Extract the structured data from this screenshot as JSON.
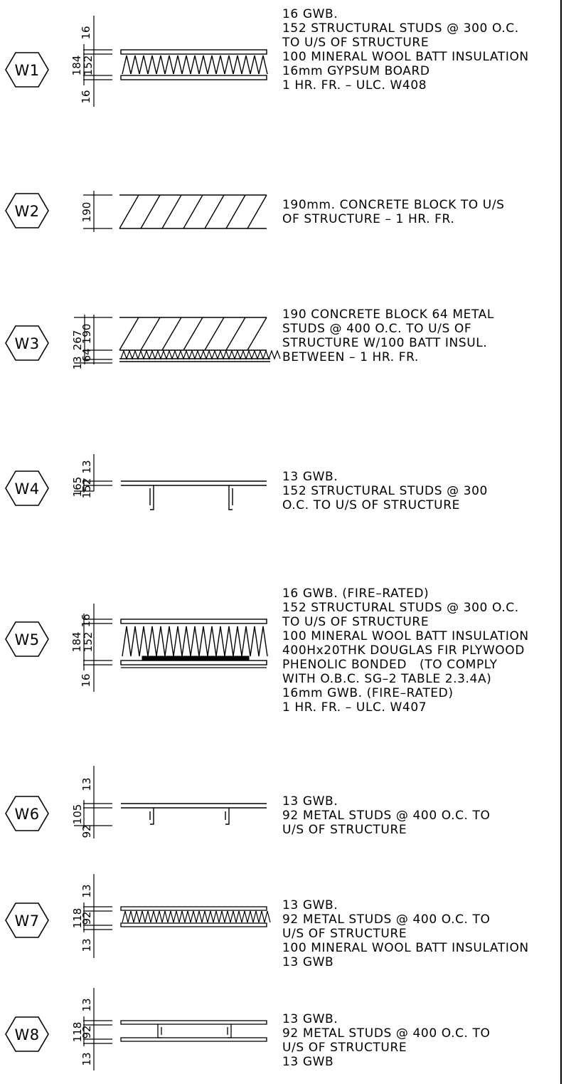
{
  "sheet": {
    "title": "Wall Types"
  },
  "walls": [
    {
      "tag": "W1",
      "dims": {
        "total": "184",
        "top": "16",
        "core": "152",
        "bottom": "16"
      },
      "notes": [
        "16 GWB.",
        "152 STRUCTURAL STUDS @ 300 O.C.",
        "TO U/S OF STRUCTURE",
        "100 MINERAL WOOL BATT INSULATION",
        "16mm GYPSUM BOARD",
        "1 HR. FR. – ULC. W408"
      ]
    },
    {
      "tag": "W2",
      "dims": {
        "core": "190"
      },
      "notes": [
        "190mm. CONCRETE BLOCK TO U/S",
        "OF STRUCTURE – 1 HR. FR."
      ]
    },
    {
      "tag": "W3",
      "dims": {
        "total": "267",
        "core": "190",
        "studs": "64",
        "bottom": "13"
      },
      "notes": [
        "190 CONCRETE BLOCK 64 METAL",
        "STUDS @ 400 O.C. TO U/S OF",
        "STRUCTURE W/100 BATT INSUL.",
        "BETWEEN – 1 HR. FR."
      ]
    },
    {
      "tag": "W4",
      "dims": {
        "total": "165",
        "top": "13",
        "core": "152"
      },
      "notes": [
        "13 GWB.",
        "152 STRUCTURAL STUDS @ 300",
        "O.C. TO U/S OF STRUCTURE"
      ]
    },
    {
      "tag": "W5",
      "dims": {
        "total": "184",
        "top": "16",
        "core": "152",
        "bottom": "16"
      },
      "notes": [
        "16 GWB. (FIRE–RATED)",
        "152 STRUCTURAL STUDS @ 300 O.C.",
        "TO U/S OF STRUCTURE",
        "100 MINERAL WOOL BATT INSULATION",
        "400Hx20THK DOUGLAS FIR PLYWOOD",
        "PHENOLIC BONDED   (TO COMPLY",
        "WITH O.B.C. SG–2 TABLE 2.3.4A)",
        "16mm GWB. (FIRE–RATED)",
        "1 HR. FR. – ULC. W407"
      ]
    },
    {
      "tag": "W6",
      "dims": {
        "total": "105",
        "top": "13",
        "core": "92"
      },
      "notes": [
        "13 GWB.",
        "92 METAL STUDS @ 400 O.C. TO",
        "U/S OF STRUCTURE"
      ]
    },
    {
      "tag": "W7",
      "dims": {
        "total": "118",
        "top": "13",
        "core": "92",
        "bottom": "13"
      },
      "notes": [
        "13 GWB.",
        "92 METAL STUDS @ 400 O.C. TO",
        "U/S OF STRUCTURE",
        "100 MINERAL WOOL BATT INSULATION",
        "13 GWB"
      ]
    },
    {
      "tag": "W8",
      "dims": {
        "total": "118",
        "top": "13",
        "core": "92",
        "bottom": "13"
      },
      "notes": [
        "13 GWB.",
        "92 METAL STUDS @ 400 O.C. TO",
        "U/S OF STRUCTURE",
        "13 GWB"
      ]
    }
  ]
}
